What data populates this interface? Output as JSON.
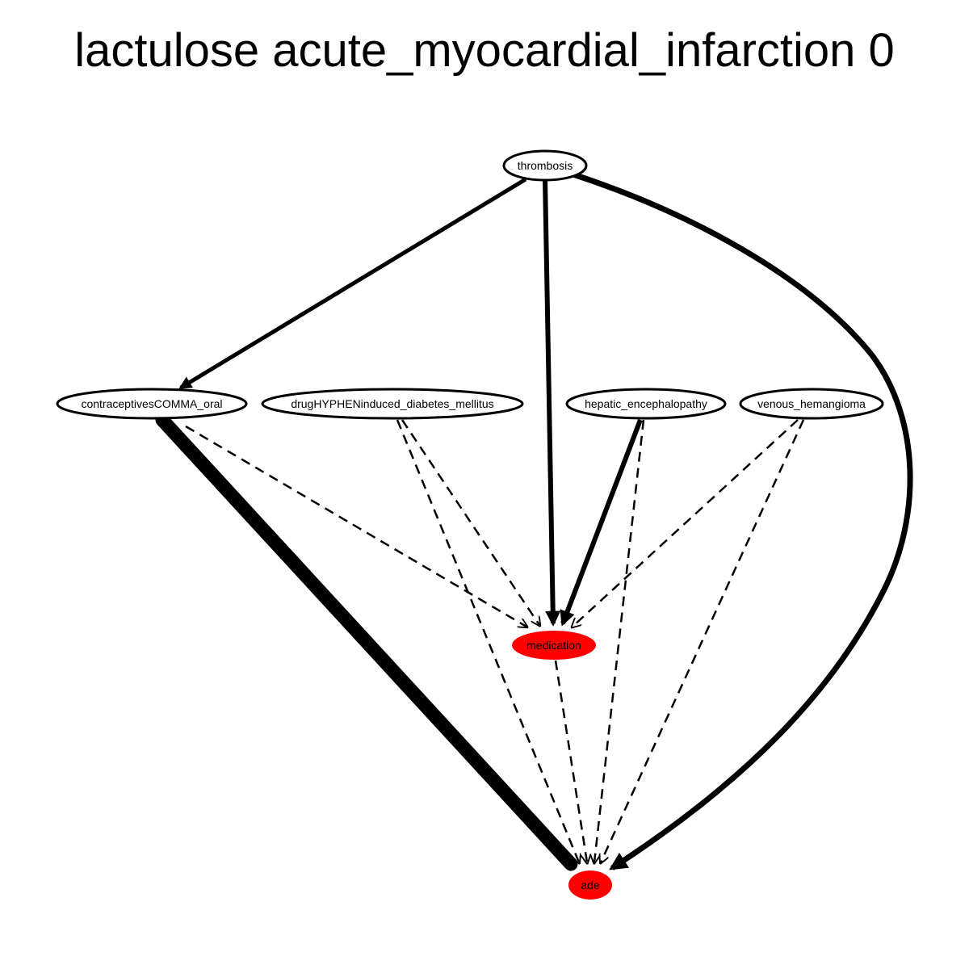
{
  "title": "lactulose acute_myocardial_infarction 0",
  "colors": {
    "highlight": "#ff0000",
    "node_fill": "#ffffff",
    "stroke": "#000000"
  },
  "nodes": {
    "thrombosis": "thrombosis",
    "contraceptives": "contraceptivesCOMMA_oral",
    "diabetes": "drugHYPHENinduced_diabetes_mellitus",
    "hepatic": "hepatic_encephalopathy",
    "hemangioma": "venous_hemangioma",
    "medication": "medication",
    "ade": "ade"
  },
  "edges": [
    {
      "from": "thrombosis",
      "to": "contraceptivesCOMMA_oral",
      "style": "solid"
    },
    {
      "from": "thrombosis",
      "to": "medication",
      "style": "solid"
    },
    {
      "from": "thrombosis",
      "to": "ade",
      "style": "solid"
    },
    {
      "from": "contraceptivesCOMMA_oral",
      "to": "ade",
      "style": "solid"
    },
    {
      "from": "contraceptivesCOMMA_oral",
      "to": "medication",
      "style": "dashed"
    },
    {
      "from": "drugHYPHENinduced_diabetes_mellitus",
      "to": "medication",
      "style": "dashed"
    },
    {
      "from": "drugHYPHENinduced_diabetes_mellitus",
      "to": "ade",
      "style": "dashed"
    },
    {
      "from": "hepatic_encephalopathy",
      "to": "medication",
      "style": "solid"
    },
    {
      "from": "hepatic_encephalopathy",
      "to": "ade",
      "style": "dashed"
    },
    {
      "from": "venous_hemangioma",
      "to": "medication",
      "style": "dashed"
    },
    {
      "from": "venous_hemangioma",
      "to": "ade",
      "style": "dashed"
    },
    {
      "from": "medication",
      "to": "ade",
      "style": "dashed"
    }
  ]
}
